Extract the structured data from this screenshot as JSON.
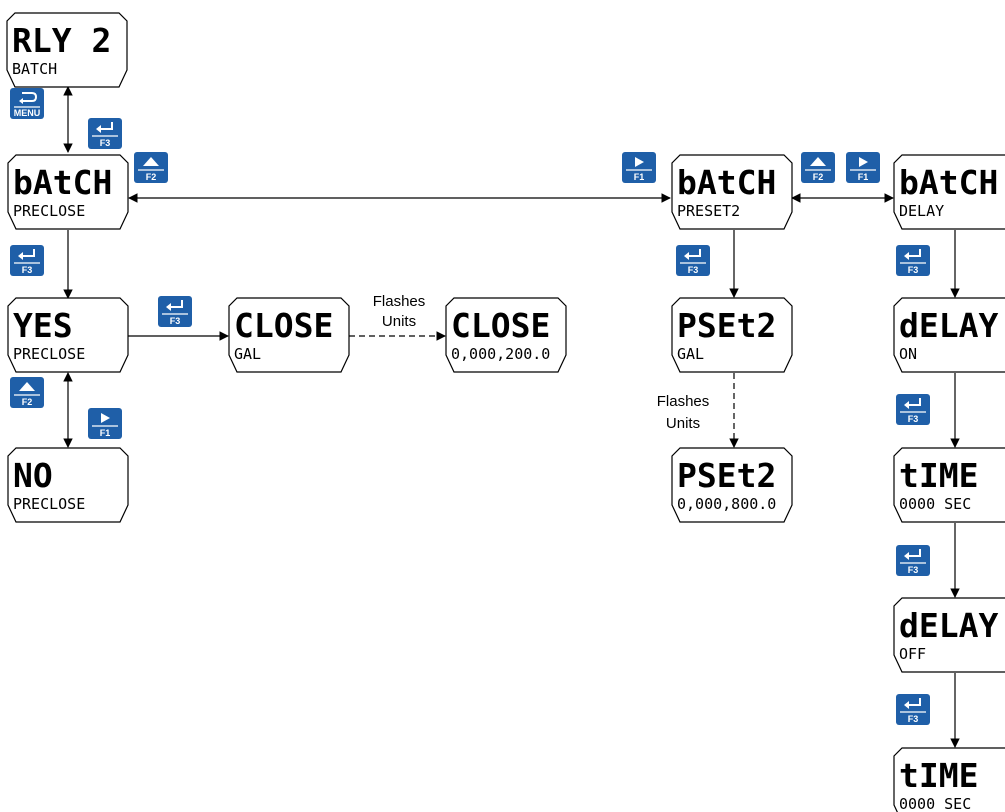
{
  "displays": {
    "rly2": {
      "top": "RLY 2",
      "bottom": "BATCH"
    },
    "batch_preclose": {
      "top": "bAtCH",
      "bottom": "PRECLOSE"
    },
    "yes_preclose": {
      "top": "YES",
      "bottom": "PRECLOSE"
    },
    "no_preclose": {
      "top": "NO",
      "bottom": "PRECLOSE"
    },
    "close_gal": {
      "top": "CLOSE",
      "bottom": "GAL"
    },
    "close_value": {
      "top": "CLOSE",
      "bottom": "0,000,200.0"
    },
    "batch_preset2": {
      "top": "bAtCH",
      "bottom": "PRESET2"
    },
    "pset2_gal": {
      "top": "PSEt2",
      "bottom": "GAL"
    },
    "pset2_value": {
      "top": "PSEt2",
      "bottom": "0,000,800.0"
    },
    "batch_delay": {
      "top": "bAtCH",
      "bottom": "DELAY"
    },
    "delay_on": {
      "top": "dELAY",
      "bottom": "ON"
    },
    "time_1": {
      "top": "tIME",
      "bottom": "0000 SEC"
    },
    "delay_off": {
      "top": "dELAY",
      "bottom": "OFF"
    },
    "time_2": {
      "top": "tIME",
      "bottom": "0000 SEC"
    }
  },
  "keys": {
    "menu": "MENU",
    "f1": "F1",
    "f2": "F2",
    "f3": "F3"
  },
  "notes": {
    "flashes_units_1_line1": "Flashes",
    "flashes_units_1_line2": "Units",
    "flashes_units_2_line1": "Flashes",
    "flashes_units_2_line2": "Units"
  },
  "colors": {
    "key_fill": "#1f5fa8",
    "line": "#000000"
  }
}
